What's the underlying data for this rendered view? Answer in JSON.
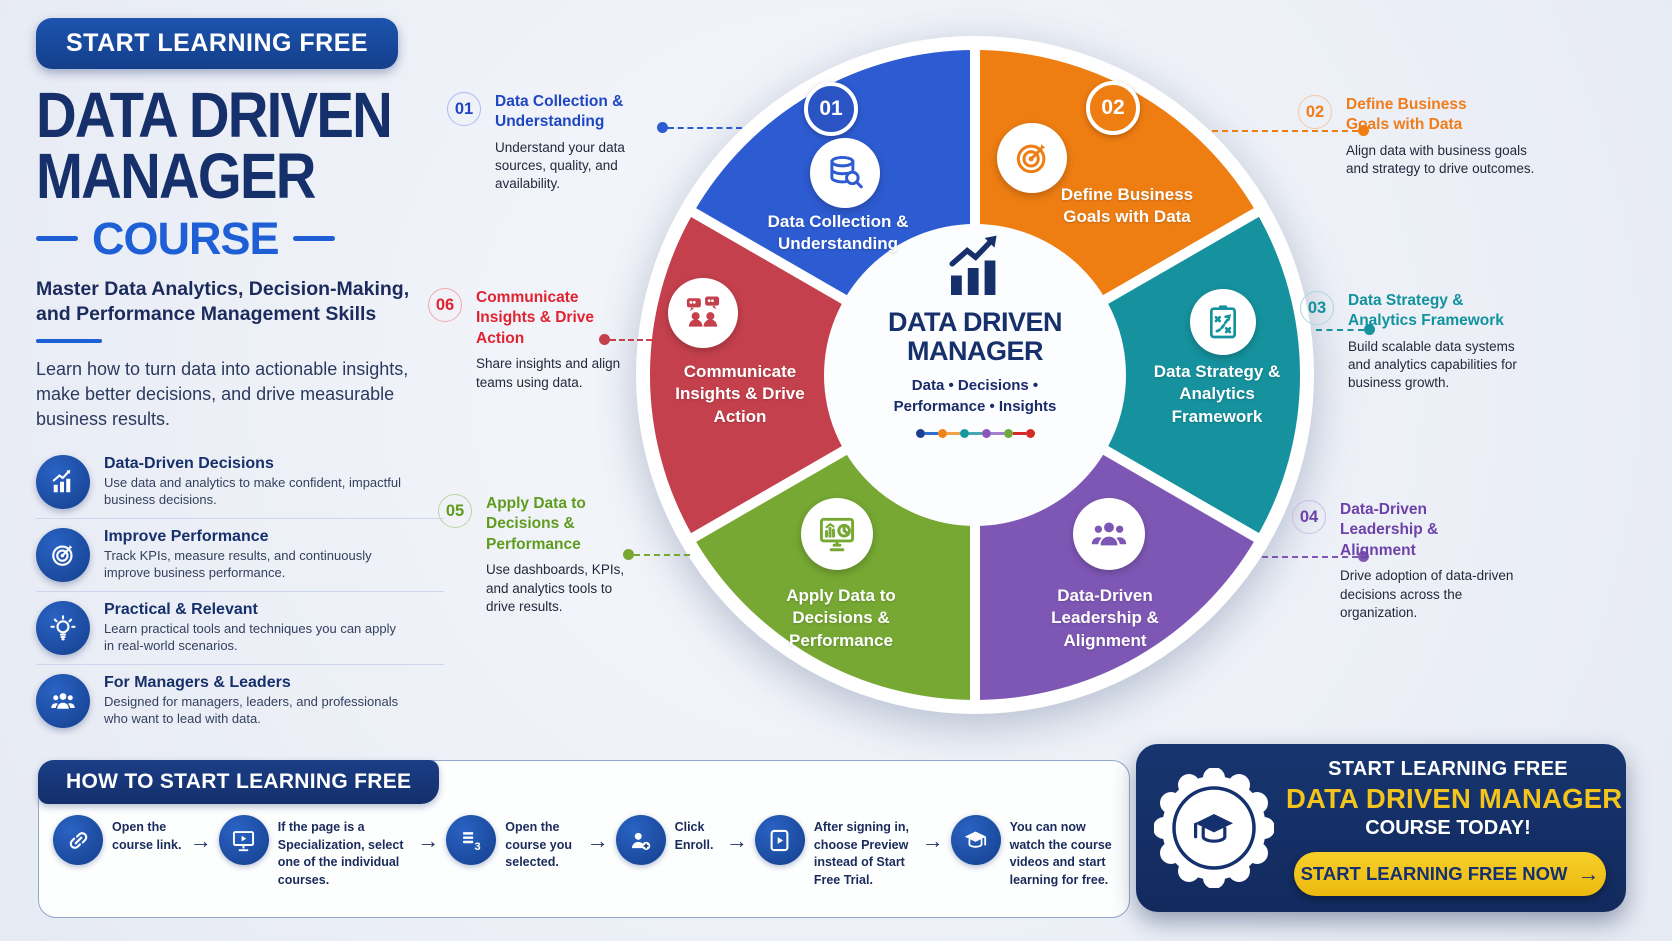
{
  "colors": {
    "background": "#edf0f7",
    "navy": "#16306b",
    "royal_blue": "#1e5fd6",
    "segment_blue": "#2d5bd1",
    "segment_orange": "#ee7d12",
    "segment_teal": "#15929e",
    "segment_purple": "#7e57b5",
    "segment_green": "#76a833",
    "segment_red": "#c4404c",
    "cta_yellow": "#f3c41d"
  },
  "hero": {
    "badge": "START LEARNING FREE",
    "title_line1": "DATA DRIVEN",
    "title_line2": "MANAGER",
    "course_word": "COURSE",
    "subtitle": "Master Data Analytics, Decision-Making, and Performance Management Skills",
    "description": "Learn how to turn data into actionable insights, make better decisions, and drive measurable business results.",
    "features": [
      {
        "icon": "bar-chart-growth-icon",
        "title": "Data-Driven Decisions",
        "description": "Use data and analytics to make confident, impactful business decisions."
      },
      {
        "icon": "target-icon",
        "title": "Improve Performance",
        "description": "Track KPIs, measure results, and continuously improve business performance."
      },
      {
        "icon": "lightbulb-icon",
        "title": "Practical & Relevant",
        "description": "Learn practical tools and techniques you can apply in real-world scenarios."
      },
      {
        "icon": "people-icon",
        "title": "For Managers & Leaders",
        "description": "Designed for managers, leaders, and professionals who want to lead with data."
      }
    ]
  },
  "wheel": {
    "center": {
      "icon": "bar-chart-growth-icon",
      "title_line1": "DATA DRIVEN",
      "title_line2": "MANAGER",
      "tagline_line1": "Data • Decisions •",
      "tagline_line2": "Performance • Insights",
      "dot_colors": [
        "#1d3f8f",
        "#f08118",
        "#17989f",
        "#8a56b8",
        "#6fa83c",
        "#d42a2a"
      ]
    },
    "segments": [
      {
        "number": "01",
        "label": "Data Collection & Understanding",
        "color": "#2d5bd1",
        "icon": "database-search-icon"
      },
      {
        "number": "02",
        "label": "Define Business Goals with Data",
        "color": "#ee7d12",
        "icon": "target-icon"
      },
      {
        "number": "03",
        "label": "Data Strategy & Analytics Framework",
        "color": "#15929e",
        "icon": "strategy-clipboard-icon"
      },
      {
        "number": "04",
        "label": "Data-Driven Leadership & Alignment",
        "color": "#7e57b5",
        "icon": "team-icon"
      },
      {
        "number": "05",
        "label": "Apply Data to Decisions & Performance",
        "color": "#76a833",
        "icon": "dashboard-monitor-icon"
      },
      {
        "number": "06",
        "label": "Communicate Insights & Drive Action",
        "color": "#c4404c",
        "icon": "communication-icon"
      }
    ]
  },
  "callouts": [
    {
      "number": "01",
      "title": "Data Collection & Understanding",
      "description": "Understand your data sources, quality, and availability.",
      "color": "#1d46c0"
    },
    {
      "number": "02",
      "title": "Define Business Goals with Data",
      "description": "Align data with business goals and strategy to drive outcomes.",
      "color": "#f07c1a"
    },
    {
      "number": "03",
      "title": "Data Strategy & Analytics Framework",
      "description": "Build scalable data systems and analytics capabilities for business growth.",
      "color": "#12929e"
    },
    {
      "number": "04",
      "title": "Data-Driven Leadership & Alignment",
      "description": "Drive adoption of data-driven decisions across the organization.",
      "color": "#6d42a8"
    },
    {
      "number": "05",
      "title": "Apply Data to Decisions & Performance",
      "description": "Use dashboards, KPIs, and analytics tools to drive results.",
      "color": "#5f9c1e"
    },
    {
      "number": "06",
      "title": "Communicate Insights & Drive Action",
      "description": "Share insights and align teams using data.",
      "color": "#e02330"
    }
  ],
  "how_to": {
    "header": "HOW TO START LEARNING FREE",
    "arrow": "→",
    "steps": [
      {
        "icon": "link-icon",
        "text": "Open the course link."
      },
      {
        "icon": "monitor-play-icon",
        "text": "If the page is a Specialization, select one of the individual courses."
      },
      {
        "icon": "course-list-icon",
        "text": "Open the course you selected."
      },
      {
        "icon": "enroll-user-icon",
        "text": "Click Enroll."
      },
      {
        "icon": "preview-video-icon",
        "text": "After signing in, choose Preview instead of Start Free Trial."
      },
      {
        "icon": "graduation-cap-icon",
        "text": "You can now watch the course videos and start learning for free."
      }
    ]
  },
  "cta": {
    "badge_icon": "graduation-cap-icon",
    "line1": "START LEARNING FREE",
    "line2": "DATA DRIVEN MANAGER",
    "line3": "COURSE TODAY!",
    "button_label": "START LEARNING FREE NOW",
    "button_arrow": "→"
  }
}
